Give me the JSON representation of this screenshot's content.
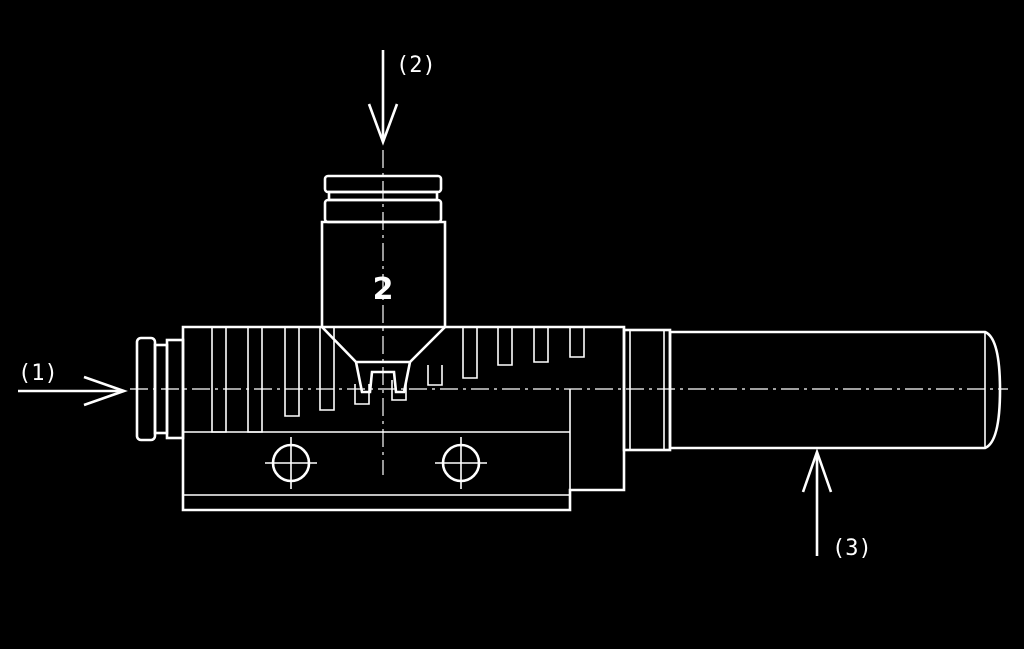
{
  "colors": {
    "background": "#000000",
    "lines": "#ffffff"
  },
  "labels": {
    "port_1": "(1)",
    "port_2": "(2)",
    "port_3": "(3)",
    "body_mark": "2"
  },
  "icons": {
    "arrow_1": "arrow-right-icon",
    "arrow_2": "arrow-down-icon",
    "arrow_3": "arrow-up-icon"
  }
}
